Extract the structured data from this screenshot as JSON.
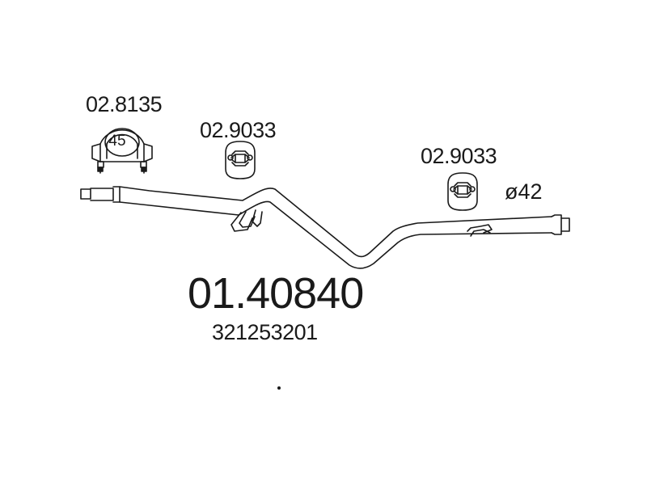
{
  "parts": {
    "clamp": {
      "code": "02.8135",
      "size": "45"
    },
    "hanger_front": {
      "code": "02.9033"
    },
    "hanger_rear": {
      "code": "02.9033"
    }
  },
  "pipe": {
    "diameter": "ø42"
  },
  "product": {
    "part_number": "01.40840",
    "oem_number": "321253201"
  },
  "colors": {
    "line": "#1a1a1a",
    "background": "#ffffff"
  },
  "icons": [
    "exhaust-clamp-icon",
    "rubber-hanger-icon",
    "exhaust-pipe-icon"
  ]
}
